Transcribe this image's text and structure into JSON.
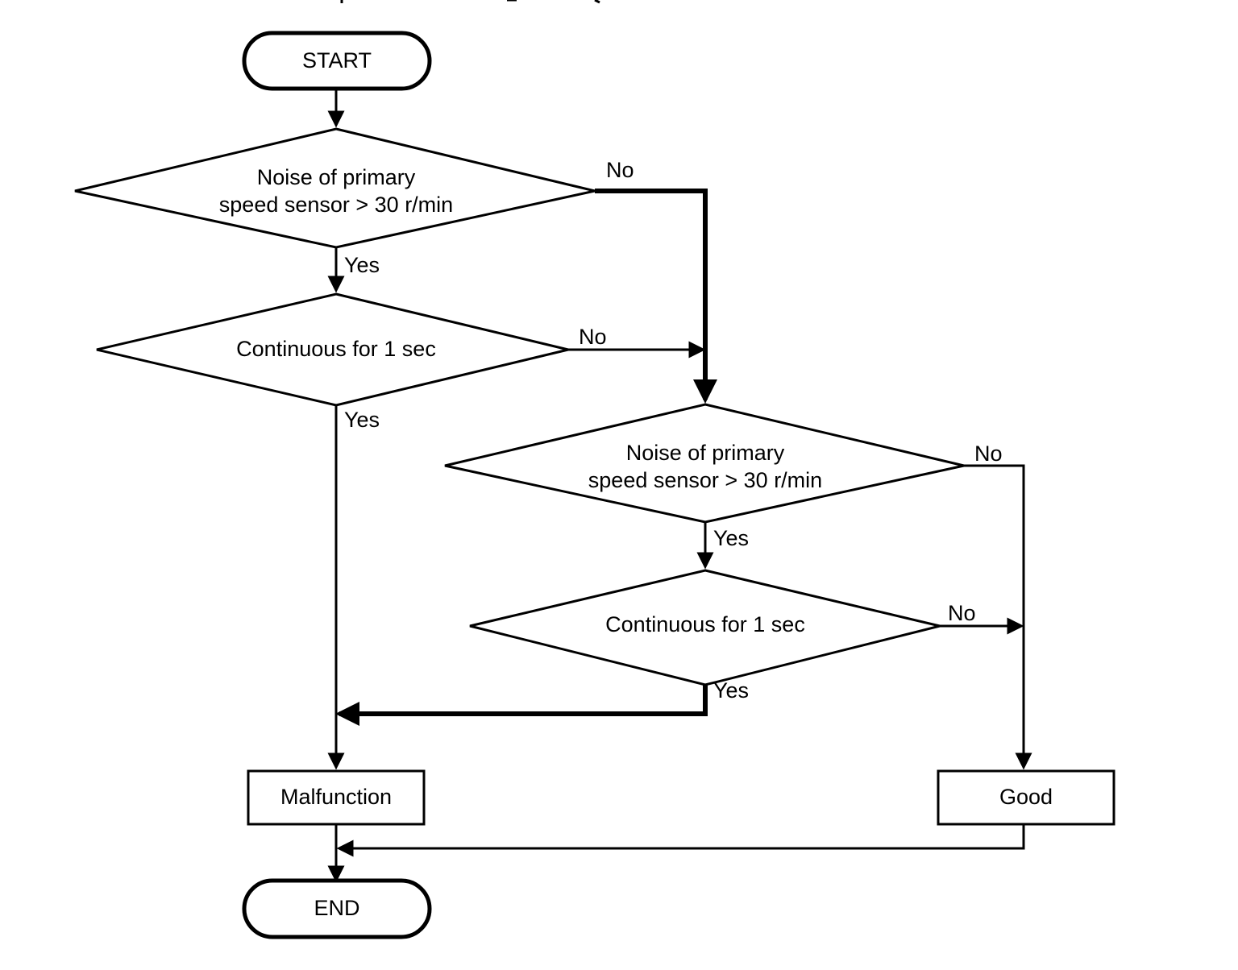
{
  "diagram": {
    "type": "flowchart",
    "title_fragment_cropped": "",
    "nodes": {
      "start": {
        "label": "START",
        "shape": "terminator"
      },
      "decision1": {
        "label_line1": "Noise of primary",
        "label_line2": "speed sensor > 30 r/min",
        "shape": "decision"
      },
      "decision2": {
        "label": "Continuous for 1 sec",
        "shape": "decision"
      },
      "decision3": {
        "label_line1": "Noise of primary",
        "label_line2": "speed sensor > 30 r/min",
        "shape": "decision"
      },
      "decision4": {
        "label": "Continuous for 1 sec",
        "shape": "decision"
      },
      "malfunction": {
        "label": "Malfunction",
        "shape": "process"
      },
      "good": {
        "label": "Good",
        "shape": "process"
      },
      "end": {
        "label": "END",
        "shape": "terminator"
      }
    },
    "branch_labels": {
      "d1_no": "No",
      "d1_yes": "Yes",
      "d2_no": "No",
      "d2_yes": "Yes",
      "d3_no": "No",
      "d3_yes": "Yes",
      "d4_no": "No",
      "d4_yes": "Yes"
    },
    "colors": {
      "line": "#000000",
      "fill": "#ffffff",
      "text": "#000000"
    }
  }
}
